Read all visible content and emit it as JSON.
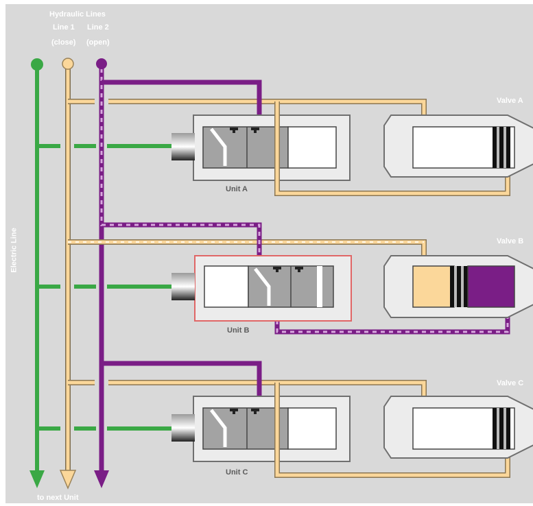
{
  "header": {
    "title": "Hydraulic Lines",
    "line1_label": "Line 1",
    "line1_sub": "(close)",
    "line2_label": "Line 2",
    "line2_sub": "(open)"
  },
  "labels": {
    "electric_line": "Electric Line",
    "to_next_unit": "to next Unit"
  },
  "rows": [
    {
      "unit": "Unit A",
      "valve": "Valve A"
    },
    {
      "unit": "Unit B",
      "valve": "Valve B"
    },
    {
      "unit": "Unit C",
      "valve": "Valve C"
    }
  ],
  "colors": {
    "background": "#d9d9d9",
    "electric_green": "#3aa845",
    "line1_peach": "#fbd79a",
    "line2_purple": "#7a1e86",
    "body_gray": "#e6e6e6",
    "inner_gray": "#a3a3a3",
    "highlight_red": "#e06666"
  }
}
